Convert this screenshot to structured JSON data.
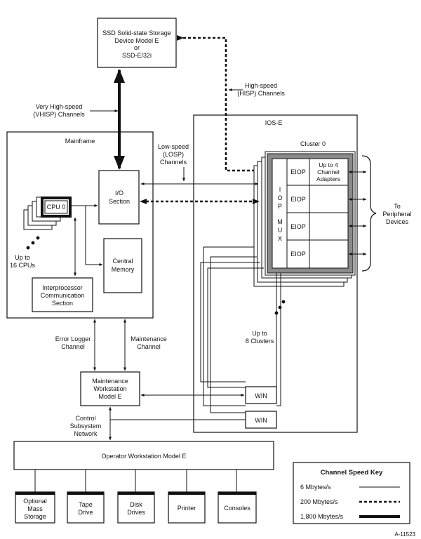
{
  "ssd": {
    "line1": "SSD Solid-state Storage",
    "line2": "Device Model E",
    "line3": "or",
    "line4": "SSD-E/32i"
  },
  "vhisp": {
    "line1": "Very High-speed",
    "line2": "(VHISP) Channels"
  },
  "hisp": {
    "line1": "High-speed",
    "line2": "(HISP) Channels"
  },
  "losp": {
    "line1": "Low-speed",
    "line2": "(LOSP)",
    "line3": "Channels"
  },
  "mainframe": {
    "title": "Mainframe"
  },
  "io_section": {
    "line1": "I/O",
    "line2": "Section"
  },
  "cpu": {
    "label": "CPU 0",
    "more_line1": "Up to",
    "more_line2": "16 CPUs"
  },
  "central_memory": {
    "line1": "Central",
    "line2": "Memory"
  },
  "interprocessor": {
    "line1": "Interprocessor",
    "line2": "Communication",
    "line3": "Section"
  },
  "ios": {
    "title": "IOS-E",
    "cluster_label": "Cluster 0",
    "eiop": "EIOP",
    "mux_letters": [
      "I",
      "O",
      "P",
      "M",
      "U",
      "X"
    ],
    "adapters_line1": "Up to 4",
    "adapters_line2": "Channel",
    "adapters_line3": "Adapters",
    "more_line1": "Up to",
    "more_line2": "8 Clusters"
  },
  "peripheral": {
    "line1": "To",
    "line2": "Peripheral",
    "line3": "Devices"
  },
  "error_logger": {
    "line1": "Error Logger",
    "line2": "Channel"
  },
  "maintenance_channel": {
    "line1": "Maintenance",
    "line2": "Channel"
  },
  "mws": {
    "line1": "Maintenance",
    "line2": "Workstation",
    "line3": "Model E"
  },
  "win": {
    "label": "WIN"
  },
  "control_network": {
    "line1": "Control",
    "line2": "Subsystem",
    "line3": "Network"
  },
  "ows": {
    "label": "Operator Workstation Model E"
  },
  "devices": [
    {
      "line1": "Optional",
      "line2": "Mass",
      "line3": "Storage"
    },
    {
      "line1": "Tape",
      "line2": "Drive"
    },
    {
      "line1": "Disk",
      "line2": "Drives"
    },
    {
      "line1": "Printer"
    },
    {
      "line1": "Consoles"
    }
  ],
  "key": {
    "title": "Channel Speed Key",
    "items": [
      {
        "label": "6 Mbytes/s"
      },
      {
        "label": "200 Mbytes/s"
      },
      {
        "label": "1,800 Mbytes/s"
      }
    ]
  },
  "figure_id": "A-11523"
}
